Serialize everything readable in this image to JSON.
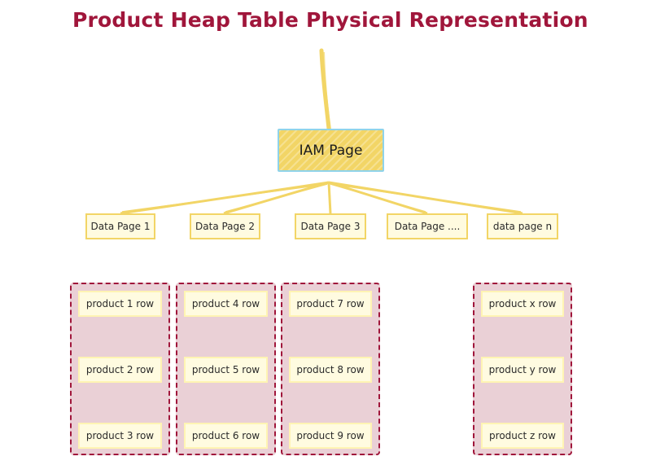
{
  "title": "Product Heap Table Physical Representation",
  "iam_page": {
    "label": "IAM Page"
  },
  "data_pages": [
    {
      "label": "Data Page 1"
    },
    {
      "label": "Data Page 2"
    },
    {
      "label": "Data Page 3"
    },
    {
      "label": "Data Page ...."
    },
    {
      "label": "data page n"
    }
  ],
  "row_groups": [
    {
      "rows": [
        "product 1 row",
        "product 2 row",
        "product 3 row"
      ]
    },
    {
      "rows": [
        "product 4 row",
        "product 5 row",
        "product 6 row"
      ]
    },
    {
      "rows": [
        "product 7 row",
        "product 8 row",
        "product 9 row"
      ]
    },
    {
      "rows": [
        "product x row",
        "product y row",
        "product z row"
      ]
    }
  ],
  "colors": {
    "title": "#a0163b",
    "iam_fill": "#f2d566",
    "iam_border": "#8fd3ea",
    "connector": "#f2d566",
    "page_fill": "#fffbe0",
    "group_border": "#a0163b",
    "group_fill": "#ead0d6"
  }
}
